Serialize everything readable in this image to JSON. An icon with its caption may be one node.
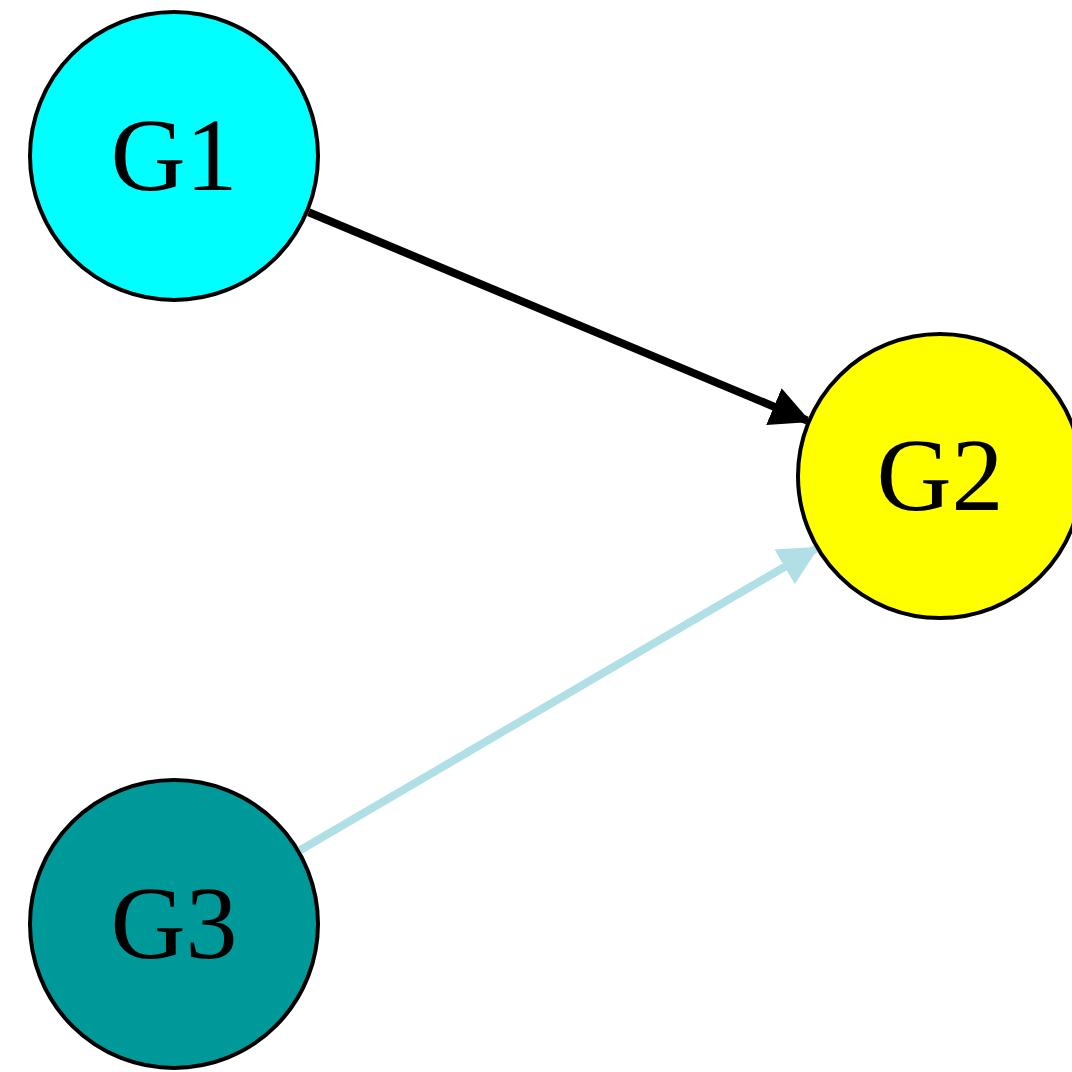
{
  "diagram": {
    "nodes": [
      {
        "text": [
          "G1"
        ]
      },
      {
        "text": [
          "G2"
        ]
      },
      {
        "text": [
          "G3"
        ]
      }
    ],
    "edges": [
      {
        "from": 0,
        "to": 1,
        "arrow": "to"
      },
      {
        "from": 2,
        "to": 1,
        "arrow": "to",
        "color": "#b0e0e6"
      }
    ]
  }
}
